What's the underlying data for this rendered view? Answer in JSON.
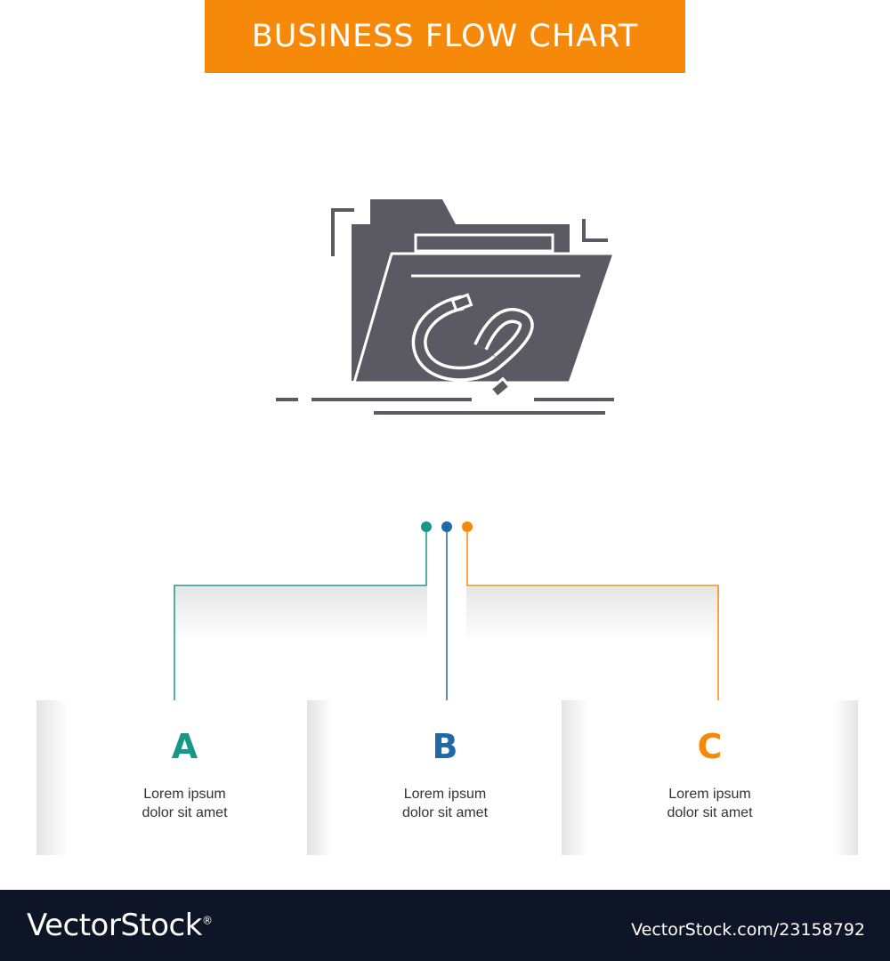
{
  "title": "BUSINESS FLOW CHART",
  "colors": {
    "banner": "#f7890a",
    "icon": "#5b5a63",
    "a": "#19968a",
    "b": "#1d6aa6",
    "c": "#f7890a",
    "footer": "#0e1526"
  },
  "icon": "folder-with-magnet-icon",
  "cards": [
    {
      "letter": "A",
      "line1": "Lorem ipsum",
      "line2": "dolor sit amet"
    },
    {
      "letter": "B",
      "line1": "Lorem ipsum",
      "line2": "dolor sit amet"
    },
    {
      "letter": "C",
      "line1": "Lorem ipsum",
      "line2": "dolor sit amet"
    }
  ],
  "footer": {
    "brand": "VectorStock",
    "registered": "®",
    "image_id": "VectorStock.com/23158792"
  }
}
